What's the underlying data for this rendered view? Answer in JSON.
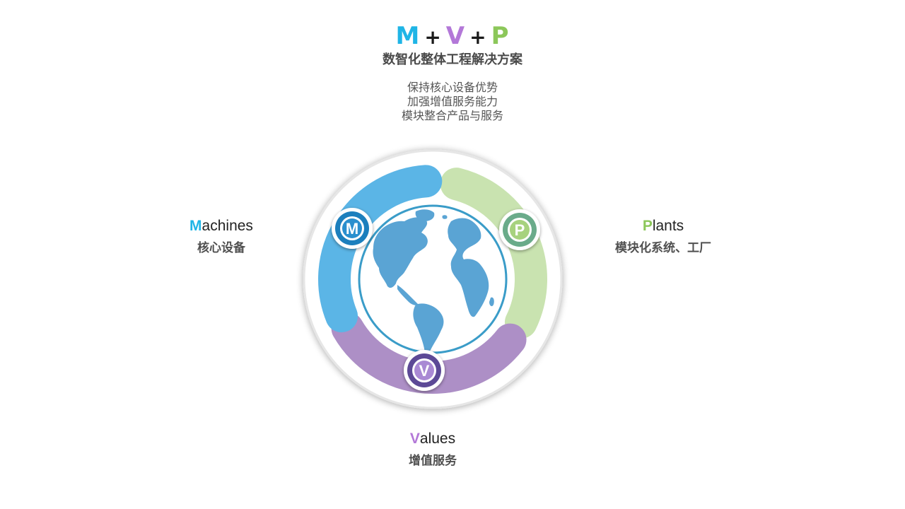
{
  "header": {
    "formula": {
      "m": "M",
      "plus1": "+",
      "v": "V",
      "plus2": "+",
      "p": "P"
    },
    "subtitle": "数智化整体工程解决方案",
    "bullets": [
      "保持核心设备优势",
      "加强增值服务能力",
      "模块整合产品与服务"
    ]
  },
  "segments": {
    "machines": {
      "badge": "M",
      "initial": "M",
      "rest": "achines",
      "subtitle": "核心设备",
      "color": "#5bb5e6",
      "badge_color": "#1f7fbd"
    },
    "plants": {
      "badge": "P",
      "initial": "P",
      "rest": "lants",
      "subtitle": "模块化系统、工厂",
      "color": "#c9e3b0",
      "badge_color": "#6aab8a"
    },
    "values": {
      "badge": "V",
      "initial": "V",
      "rest": "alues",
      "subtitle": "增值服务",
      "color": "#ad8fc6",
      "badge_color": "#5b4a96"
    }
  },
  "colors": {
    "m_letter": "#1fb5e6",
    "v_letter": "#b378d8",
    "p_letter": "#8cc75a",
    "globe": "#5aa4d4",
    "globe_ring": "#3a9cc8"
  },
  "icons": {
    "center": "globe-icon"
  }
}
